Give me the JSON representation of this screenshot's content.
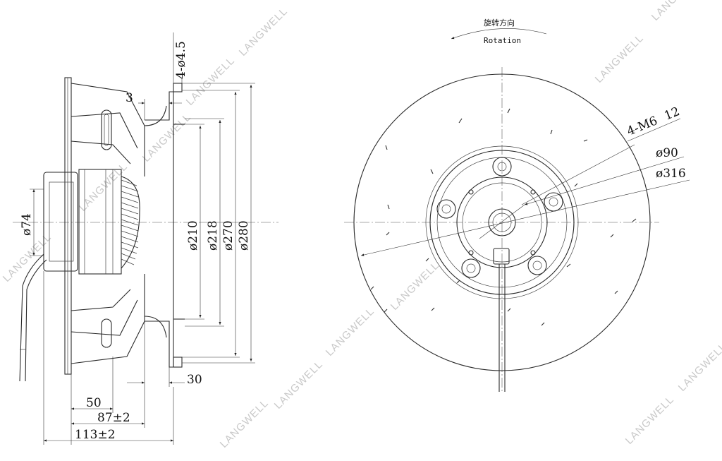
{
  "rotation": {
    "label_cn": "旋转方向",
    "label_en": "Rotation"
  },
  "side_view": {
    "dims": {
      "bolt_holes": "4-ø4.5",
      "flange_gap": "3",
      "motor_dia": "ø74",
      "inlet_dia": "ø210",
      "ring_dia": "ø218",
      "pitch_dia": "ø270",
      "flange_dia": "ø280",
      "depth_30": "30",
      "depth_50": "50",
      "depth_87": "87±2",
      "depth_113": "113±2"
    }
  },
  "front_view": {
    "dims": {
      "mount_threads": "4-M6",
      "thread_depth": "12",
      "hub_dia": "ø90",
      "outer_dia": "ø316"
    }
  },
  "watermark": "LANGWELL",
  "colors": {
    "line": "#2a2a2a",
    "watermark": "#c9c9c9"
  }
}
